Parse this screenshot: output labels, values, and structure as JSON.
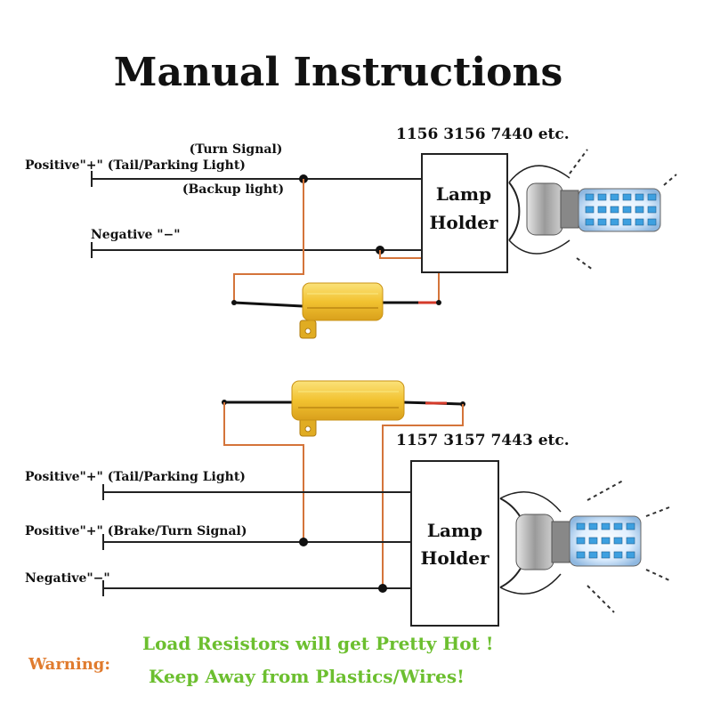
{
  "title": "Manual Instructions",
  "diagram1": {
    "bulb_codes": "1156 3156 7440 etc.",
    "lamp_holder": {
      "line1": "Lamp",
      "line2": "Holder"
    },
    "positive_label": "Positive\"+\" (Tail/Parking Light)",
    "turn_signal_label": "(Turn Signal)",
    "backup_label": "(Backup light)",
    "negative_label": "Negative \"−\""
  },
  "diagram2": {
    "bulb_codes": "1157 3157 7443 etc.",
    "lamp_holder": {
      "line1": "Lamp",
      "line2": "Holder"
    },
    "positive_tail_label": "Positive\"+\" (Tail/Parking Light)",
    "positive_brake_label": "Positive\"+\" (Brake/Turn Signal)",
    "negative_label": "Negative\"−\""
  },
  "warning": {
    "label": "Warning:",
    "line1": "Load Resistors will get Pretty Hot !",
    "line2": "Keep Away from Plastics/Wires!"
  },
  "colors": {
    "wire": "#222222",
    "jumper": "#d4743a",
    "resistor": "#f2c230",
    "warning_label": "#e07b2e",
    "warning_text": "#6cbf2f",
    "led": "#3da0e0"
  }
}
